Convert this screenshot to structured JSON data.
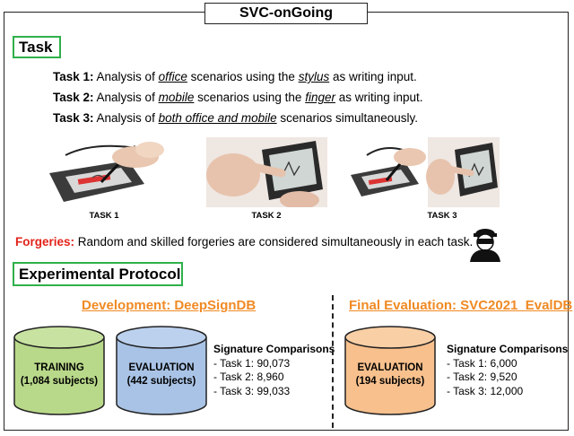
{
  "title": "SVC-onGoing",
  "task_section": {
    "heading": "Task",
    "tasks": [
      {
        "label": "Task 1:",
        "pre": " Analysis of ",
        "em1": "office",
        "mid": " scenarios using the ",
        "em2": "stylus",
        "post": " as writing input."
      },
      {
        "label": "Task 2:",
        "pre": " Analysis of ",
        "em1": "mobile",
        "mid": " scenarios using the ",
        "em2": "finger",
        "post": " as writing input."
      },
      {
        "label": "Task 3:",
        "pre": " Analysis of ",
        "em1": "both office and mobile",
        "mid": " scenarios simultaneously.",
        "em2": "",
        "post": ""
      }
    ],
    "captions": [
      "TASK 1",
      "TASK 2",
      "TASK 3"
    ],
    "forgeries_label": "Forgeries:",
    "forgeries_text": " Random and skilled forgeries are considered simultaneously in each task."
  },
  "protocol": {
    "heading": "Experimental Protocol",
    "development": {
      "title": "Development: DeepSignDB",
      "training": {
        "line1": "TRAINING",
        "line2": "(1,084 subjects)"
      },
      "evaluation": {
        "line1": "EVALUATION",
        "line2": "(442 subjects)"
      },
      "comparisons_title": "Signature Comparisons",
      "comparisons": [
        "-  Task 1: 90,073",
        "-  Task 2: 8,960",
        "-  Task 3: 99,033"
      ]
    },
    "final": {
      "title": "Final Evaluation: SVC2021_EvalDB",
      "evaluation": {
        "line1": "EVALUATION",
        "line2": "(194 subjects)"
      },
      "comparisons_title": "Signature Comparisons",
      "comparisons": [
        "-  Task 1: 6,000",
        "-  Task 2: 9,520",
        "-  Task 3: 12,000"
      ]
    }
  },
  "colors": {
    "training": "#b9d98a",
    "evaluation_dev": "#a9c3e6",
    "evaluation_final": "#f7c08d",
    "accent_orange": "#f08a24",
    "section_border": "#2fb04a",
    "forgeries_red": "#e2231a"
  }
}
